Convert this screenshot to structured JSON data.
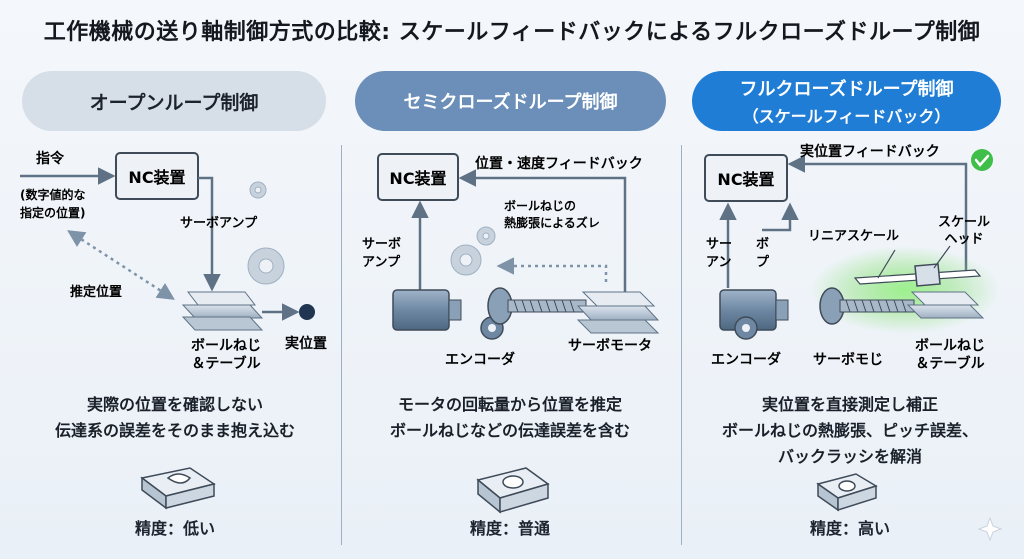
{
  "title": "工作機械の送り軸制御方式の比較: スケールフィードバックによるフルクローズドループ制御",
  "columns": {
    "open": {
      "header": "オープンループ制御",
      "labels": {
        "command": "指令",
        "command_note_1": "(数字値的な",
        "command_note_2": "指定の位置)",
        "nc": "NC装置",
        "servo_amp": "サーボアンプ",
        "estimated_position": "推定位置",
        "ballscrew_1": "ボールねじ",
        "ballscrew_2": "＆テーブル",
        "actual_position": "実位置"
      },
      "desc_1": "実際の位置を確認しない",
      "desc_2": "伝達系の誤差をそのまま抱え込む",
      "accuracy": "精度：低い"
    },
    "semi": {
      "header": "セミクローズドループ制御",
      "labels": {
        "nc": "NC装置",
        "feedback": "位置・速度フィードバック",
        "servo_1": "サーボ",
        "servo_2": "アンプ",
        "thermal_1": "ボールねじの",
        "thermal_2": "熱膨張によるズレ",
        "encoder": "エンコーダ",
        "servo_motor": "サーボモータ"
      },
      "desc_1": "モータの回転量から位置を推定",
      "desc_2": "ボールねじなどの伝達誤差を含む",
      "accuracy": "精度：普通"
    },
    "full": {
      "header_1": "フルクローズドループ制御",
      "header_2": "（スケールフィードバック）",
      "labels": {
        "nc": "NC装置",
        "feedback": "実位置フィードバック",
        "servo_a_1": "サー",
        "servo_a_2": "アン",
        "servo_b_1": "ボ",
        "servo_b_2": "プ",
        "linear_scale": "リニアスケール",
        "scale_head_1": "スケール",
        "scale_head_2": "ヘッド",
        "encoder": "エンコーダ",
        "servo_moji": "サーボモじ",
        "ballscrew_1": "ボールねじ",
        "ballscrew_2": "＆テーブル"
      },
      "desc_1": "実位置を直接測定し補正",
      "desc_2": "ボールねじの熱膨張、ピッチ誤差、",
      "desc_3": "バックラッシを解消",
      "accuracy": "精度：高い"
    }
  },
  "colors": {
    "arrow": "#5f7285",
    "accent_blue": "#1f7dd6",
    "check_green": "#3fbf4a",
    "glow_green": "#7fe06a"
  }
}
